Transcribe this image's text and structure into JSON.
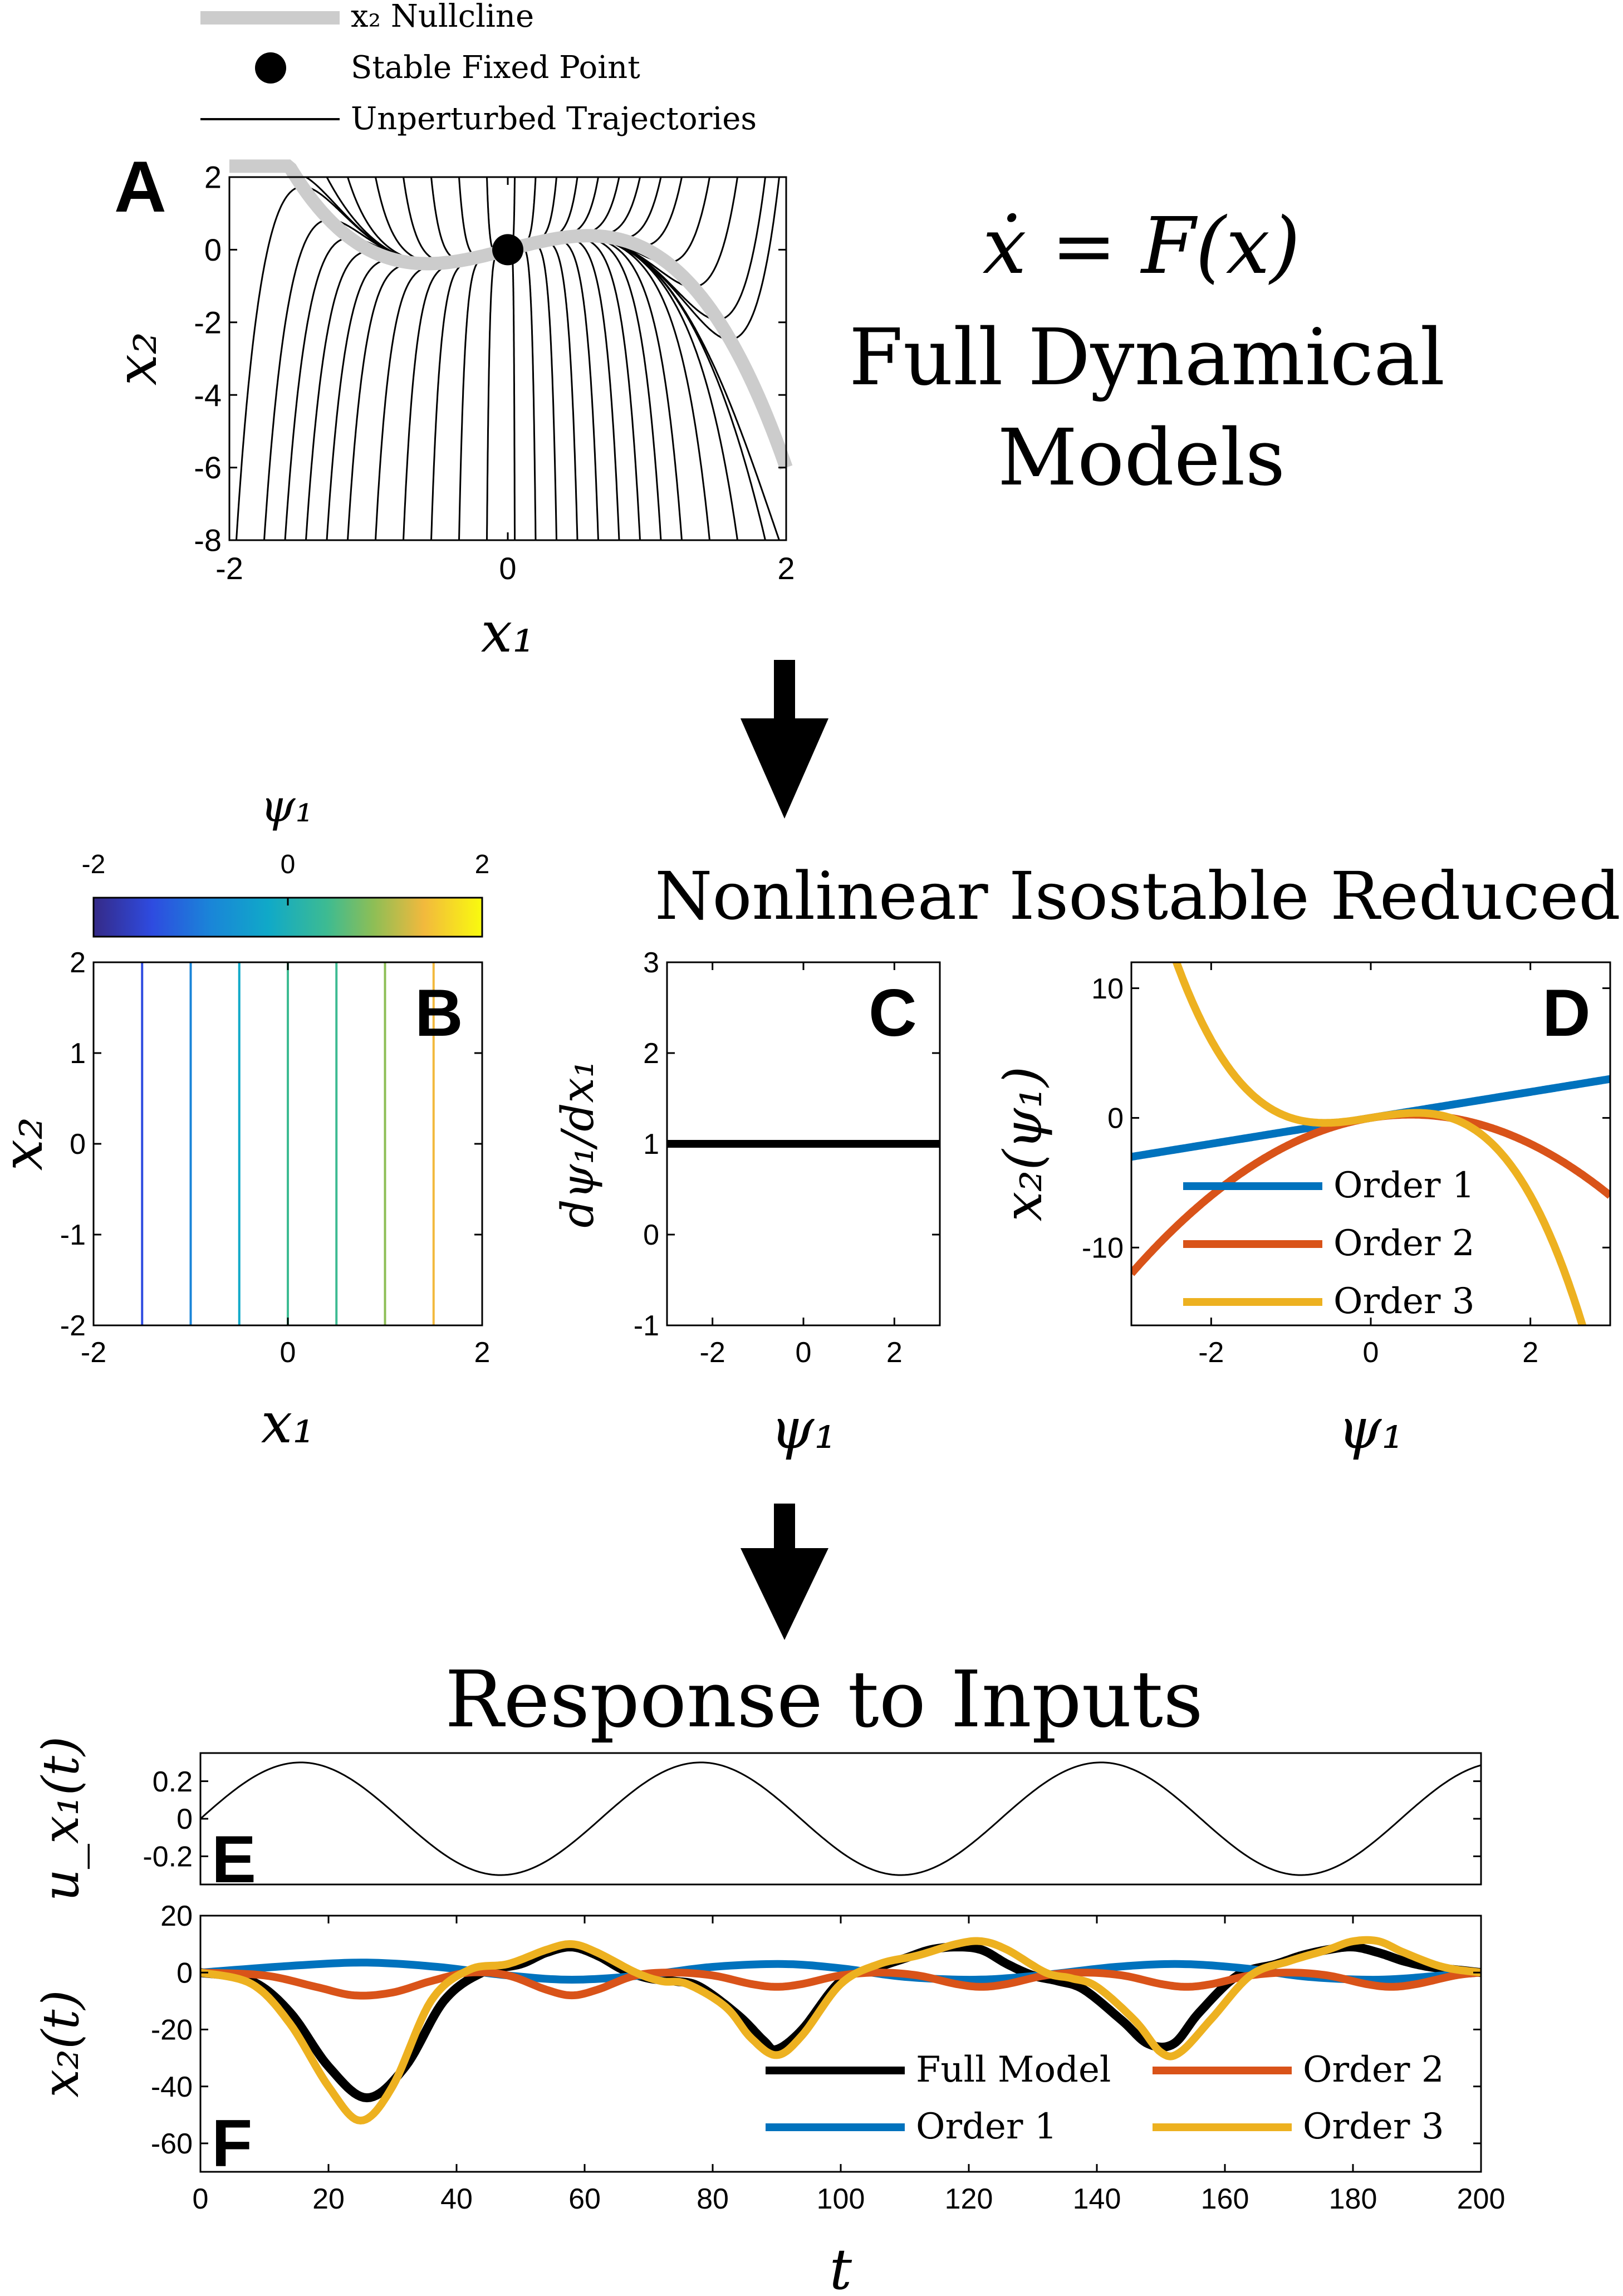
{
  "legend_top": {
    "nullcline": "x₂ Nullcline",
    "fixed_point": "Stable Fixed Point",
    "trajectories": "Unperturbed Trajectories"
  },
  "section_titles": {
    "full_equation": "ẋ = F(x)",
    "full_line1": "Full Dynamical",
    "full_line2": "Models",
    "reduced": "Nonlinear Isostable Reduced Models",
    "response": "Response to Inputs"
  },
  "colors": {
    "order1": "#0072BD",
    "order2": "#D95319",
    "order3": "#EDB120",
    "full": "#000000",
    "nullcline": "#CCCCCC"
  },
  "chart_data": [
    {
      "panel": "A",
      "type": "line",
      "xlabel": "x₁",
      "ylabel": "x₂",
      "xlim": [
        -2,
        2
      ],
      "ylim": [
        -8,
        2
      ],
      "xticks": [
        "-2",
        "0",
        "2"
      ],
      "yticks": [
        "2",
        "0",
        "-2",
        "-4",
        "-6",
        "-8"
      ],
      "nullcline": "x2 = x1 - x1^3",
      "fixed_point": [
        0,
        0
      ],
      "trajectory_x0": [
        -1.95,
        -1.75,
        -1.6,
        -1.45,
        -1.3,
        -1.15,
        -0.95,
        -0.75,
        -0.55,
        -0.35,
        -0.15,
        0.05,
        0.2,
        0.35,
        0.5,
        0.65,
        0.8,
        0.95,
        1.1,
        1.25,
        1.45,
        1.65,
        1.85,
        1.95
      ]
    },
    {
      "panel": "B",
      "type": "line",
      "title": "ψ₁",
      "xlabel": "x₁",
      "ylabel": "x₂",
      "xlim": [
        -2,
        2
      ],
      "ylim": [
        -2,
        2
      ],
      "xticks": [
        "-2",
        "0",
        "2"
      ],
      "yticks": [
        "2",
        "1",
        "0",
        "-1",
        "-2"
      ],
      "colorbar_ticks": [
        "-2",
        "0",
        "2"
      ],
      "colorbar_range": [
        -2,
        2
      ],
      "level_lines_x1": [
        -1.5,
        -1,
        -0.5,
        0,
        0.5,
        1,
        1.5
      ]
    },
    {
      "panel": "C",
      "type": "line",
      "xlabel": "ψ₁",
      "ylabel": "dψ₁/dx₁",
      "xlim": [
        -3,
        3
      ],
      "ylim": [
        -1,
        3
      ],
      "xticks": [
        "-2",
        "0",
        "2"
      ],
      "yticks": [
        "3",
        "2",
        "1",
        "0",
        "-1"
      ],
      "series": [
        {
          "x": [
            -3,
            3
          ],
          "y": [
            1,
            1
          ]
        }
      ]
    },
    {
      "panel": "D",
      "type": "line",
      "xlabel": "ψ₁",
      "ylabel": "x₂(ψ₁)",
      "xlim": [
        -3,
        3
      ],
      "ylim": [
        -16,
        12
      ],
      "xticks": [
        "-2",
        "0",
        "2"
      ],
      "yticks": [
        "10",
        "0",
        "-10"
      ],
      "series": [
        {
          "name": "Order 1",
          "formula": "psi"
        },
        {
          "name": "Order 2",
          "formula": "psi - psi^2"
        },
        {
          "name": "Order 3",
          "formula": "psi - psi^3"
        }
      ]
    },
    {
      "panel": "E",
      "type": "line",
      "ylabel": "u_x₁(t)",
      "xlim": [
        0,
        200
      ],
      "ylim": [
        -0.35,
        0.35
      ],
      "yticks": [
        "0.2",
        "0",
        "-0.2"
      ],
      "amplitude": 0.3,
      "period": 62.5
    },
    {
      "panel": "F",
      "type": "line",
      "xlabel": "t",
      "ylabel": "x₂(t)",
      "xlim": [
        0,
        200
      ],
      "ylim": [
        -70,
        20
      ],
      "xticks": [
        "0",
        "20",
        "40",
        "60",
        "80",
        "100",
        "120",
        "140",
        "160",
        "180",
        "200"
      ],
      "yticks": [
        "20",
        "0",
        "-20",
        "-40",
        "-60"
      ],
      "series": [
        {
          "name": "Full Model",
          "x": [
            0,
            8,
            14,
            20,
            26,
            32,
            38,
            44,
            50,
            54,
            58,
            62,
            66,
            70,
            74,
            78,
            84,
            88,
            90,
            94,
            100,
            106,
            110,
            114,
            118,
            122,
            126,
            130,
            134,
            138,
            144,
            148,
            152,
            156,
            162,
            168,
            172,
            176,
            180,
            184,
            188,
            192,
            196,
            200
          ],
          "y": [
            0,
            -3,
            -14,
            -33,
            -44,
            -33,
            -10,
            0,
            3,
            7,
            9,
            6,
            1,
            -2,
            -3,
            -5,
            -15,
            -24,
            -27,
            -20,
            -3,
            2,
            5,
            8,
            9,
            8,
            3,
            -1,
            -3,
            -6,
            -17,
            -25,
            -25,
            -14,
            -1,
            3,
            6,
            8,
            9,
            7,
            4,
            2,
            1,
            0
          ]
        },
        {
          "name": "Order 1",
          "x": [
            0,
            15,
            26,
            37,
            48,
            58,
            69,
            80,
            91,
            100,
            110,
            121,
            131,
            143,
            153,
            163,
            173,
            184,
            194,
            200
          ],
          "y": [
            0,
            2.5,
            3.5,
            2,
            -1,
            -2.5,
            -1,
            2,
            3,
            1.5,
            -1.5,
            -2.5,
            -1,
            2,
            3,
            1.5,
            -1.5,
            -2.5,
            -1,
            0
          ]
        },
        {
          "name": "Order 2",
          "x": [
            0,
            10,
            18,
            24,
            30,
            36,
            42,
            48,
            54,
            58,
            62,
            68,
            74,
            80,
            86,
            90,
            94,
            100,
            106,
            112,
            118,
            122,
            126,
            132,
            138,
            144,
            150,
            154,
            158,
            164,
            170,
            176,
            182,
            186,
            190,
            196,
            200
          ],
          "y": [
            0,
            -1,
            -5,
            -8,
            -7,
            -3,
            0,
            -1,
            -6,
            -8,
            -6,
            -1,
            0,
            -1,
            -4,
            -5,
            -4,
            -1,
            0,
            -1,
            -4,
            -5,
            -4,
            -1,
            0,
            -1,
            -4,
            -5,
            -4,
            -1,
            0,
            -1,
            -4,
            -5,
            -4,
            -1,
            0
          ]
        },
        {
          "name": "Order 3",
          "x": [
            0,
            8,
            14,
            20,
            25,
            30,
            36,
            42,
            48,
            54,
            58,
            62,
            68,
            72,
            76,
            82,
            86,
            90,
            94,
            100,
            106,
            112,
            118,
            122,
            126,
            132,
            136,
            140,
            146,
            150,
            153,
            158,
            164,
            170,
            176,
            180,
            184,
            188,
            194,
            200
          ],
          "y": [
            0,
            -4,
            -18,
            -40,
            -52,
            -40,
            -10,
            1,
            3,
            8,
            10,
            7,
            0,
            -3,
            -4,
            -12,
            -23,
            -29,
            -22,
            -4,
            3,
            6,
            10,
            11,
            8,
            0,
            -2,
            -5,
            -17,
            -28,
            -28,
            -16,
            -1,
            4,
            8,
            11,
            11,
            7,
            2,
            0
          ]
        }
      ]
    }
  ],
  "panel_letters": {
    "A": "A",
    "B": "B",
    "C": "C",
    "D": "D",
    "E": "E",
    "F": "F"
  }
}
